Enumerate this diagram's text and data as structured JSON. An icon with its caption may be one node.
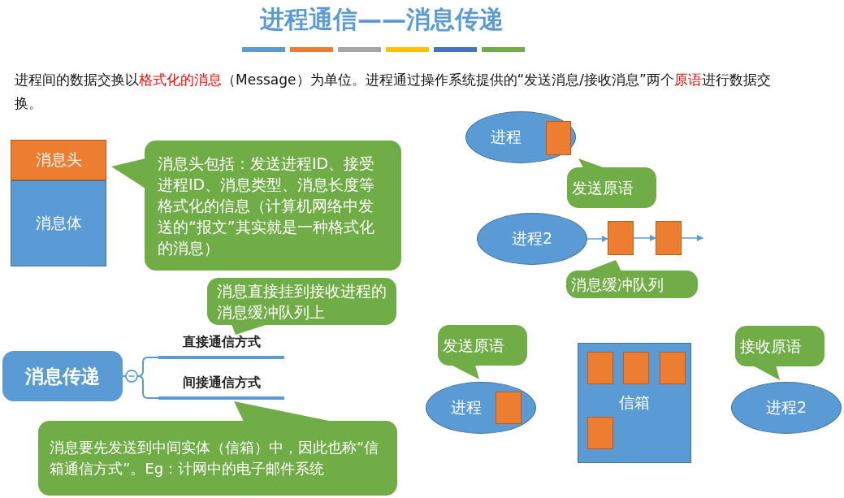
{
  "diagram": {
    "title": "进程通信——消息传递",
    "nodes": [
      {
        "text": [
          "消息头"
        ]
      },
      {
        "text": [
          "消息体"
        ]
      },
      {
        "text": [
          "消息头包括：发送进程ID、接受进程ID、消息类型、消息长度等格式化的信息（计算机网络中发送的“报文”其实就是一种格式化的消息）"
        ]
      },
      {
        "text": [
          "消息传递"
        ]
      },
      {
        "text": [
          "直接通信方式"
        ]
      },
      {
        "text": [
          "间接通信方式"
        ]
      },
      {
        "text": [
          "消息直接挂到接收进程的消息缓冲队列上"
        ]
      },
      {
        "text": [
          "消息要先发送到中间实体（信箱）中，因此也称“信箱通信方式”。Eg：计网中的电子邮件系统"
        ]
      },
      {
        "text": [
          "进程"
        ]
      },
      {
        "text": [],
        "shape": "box",
        "in": 8
      },
      {
        "text": [
          "发送原语"
        ]
      },
      {
        "text": [
          "进程2"
        ]
      },
      {
        "text": [],
        "shape": "box"
      },
      {
        "text": [],
        "shape": "box"
      },
      {
        "text": [
          "消息缓冲队列"
        ]
      },
      {
        "text": [
          "发送原语"
        ]
      },
      {
        "text": [
          "进程"
        ]
      },
      {
        "text": [],
        "shape": "box",
        "in": 16
      },
      {
        "text": [
          "信箱"
        ]
      },
      {
        "text": [],
        "shape": "box",
        "in": 18
      },
      {
        "text": [],
        "shape": "box",
        "in": 18
      },
      {
        "text": [],
        "shape": "box",
        "in": 18
      },
      {
        "text": [],
        "shape": "box",
        "in": 18
      },
      {
        "text": [
          "接收原语"
        ]
      },
      {
        "text": [
          "进程2"
        ]
      }
    ],
    "edges": [
      {
        "from": 3,
        "to": 4,
        "arrow": "other"
      },
      {
        "from": 3,
        "to": 5,
        "arrow": "other"
      },
      {
        "from": 11,
        "to": 12,
        "arrow": "to"
      },
      {
        "from": 12,
        "to": 13,
        "arrow": "to"
      },
      {
        "from": 13,
        "to": null,
        "arrow": "to"
      }
    ],
    "labels": [
      "进程间的数据交换以**格式化的消息**（Message）为单位。进程通过操作系统提供的“发送消息/接收消息”两个**原语**进行数据交换。"
    ]
  }
}
